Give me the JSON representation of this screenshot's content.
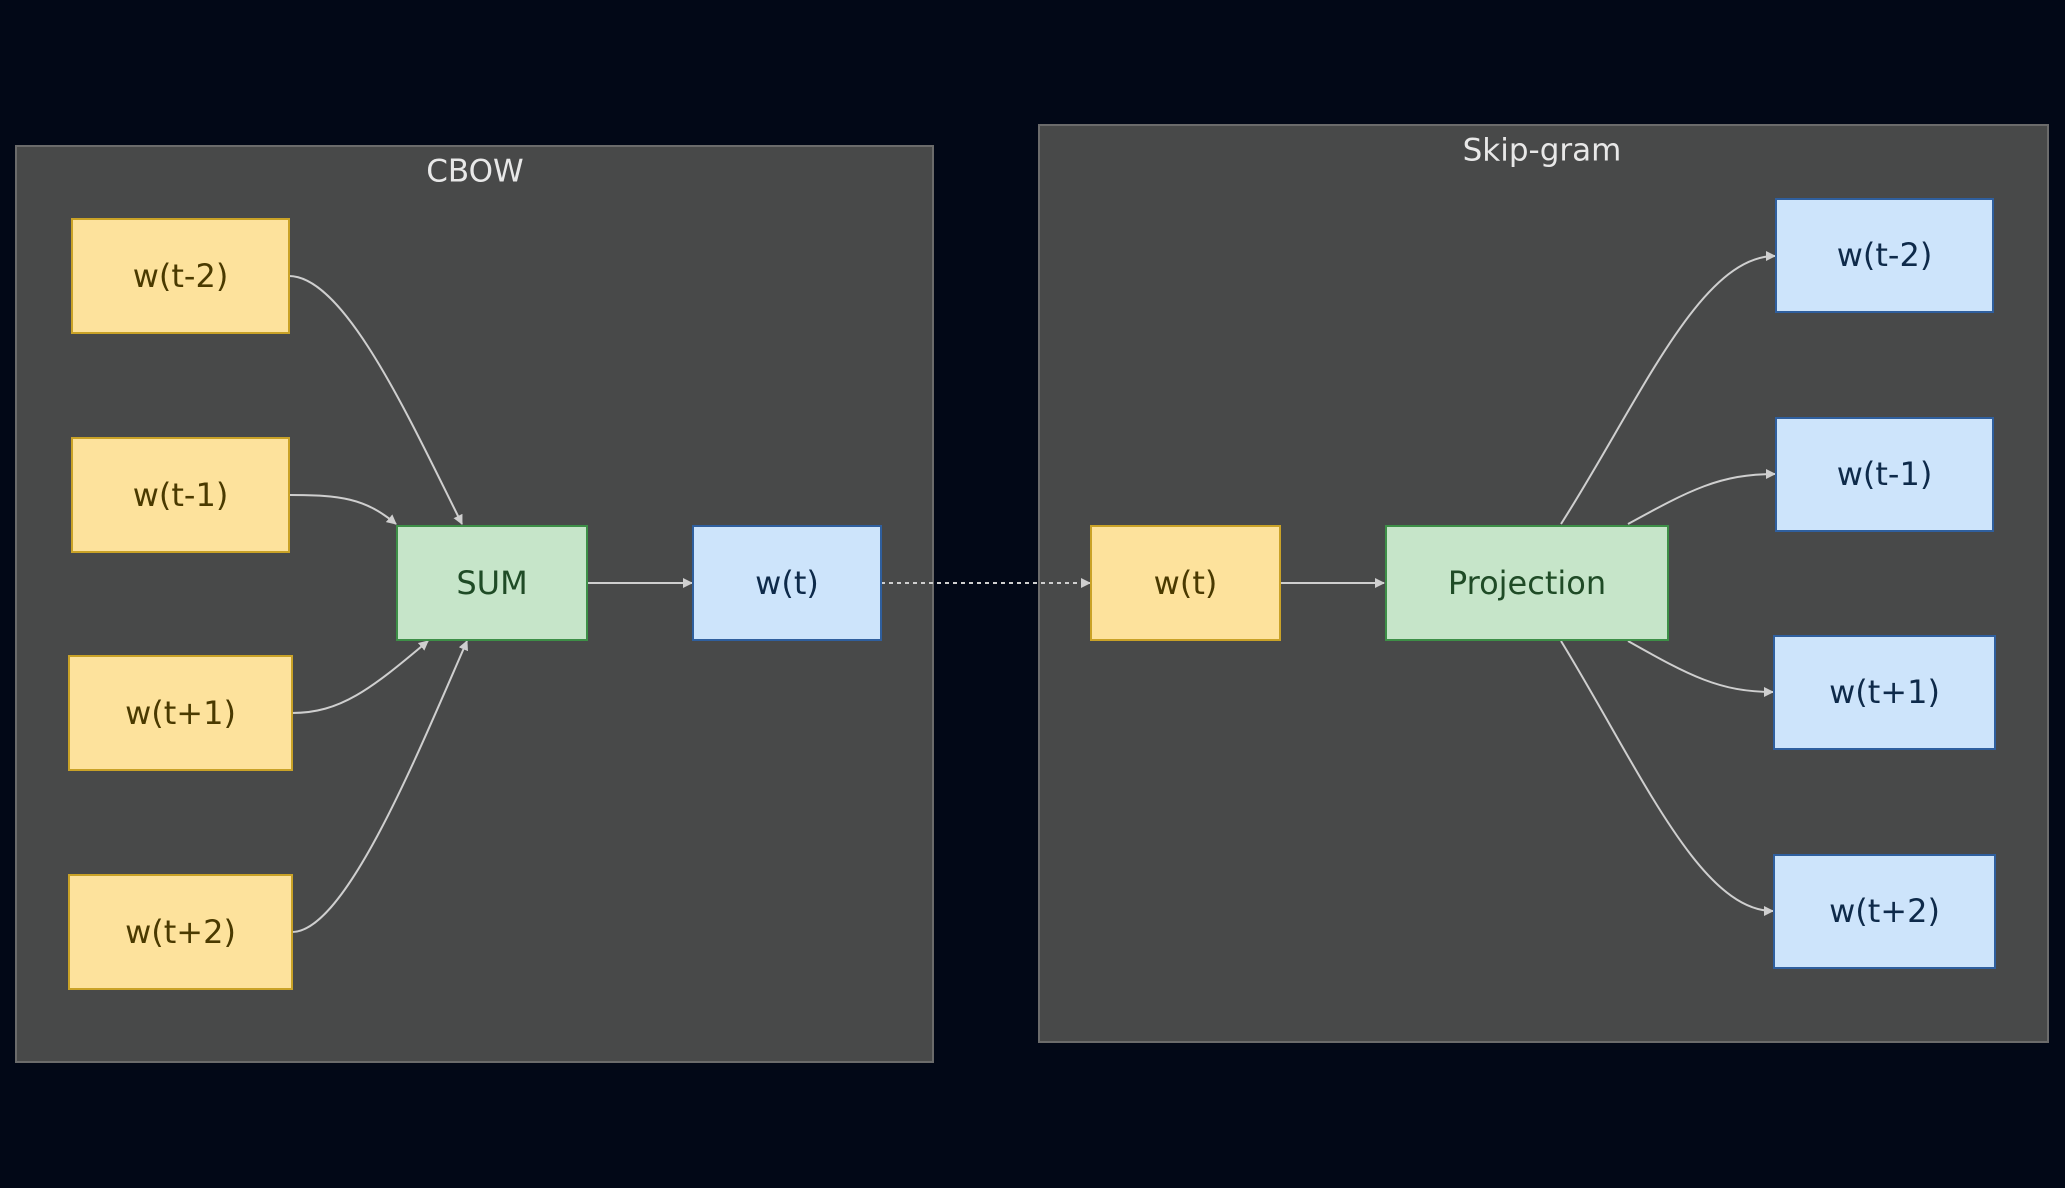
{
  "colors": {
    "background": "#020817",
    "cluster_fill": "#484949",
    "cluster_stroke": "#6b6b6b",
    "cluster_title": "#e8e8e8",
    "input_fill": "#fde29c",
    "input_stroke": "#c9a227",
    "input_text": "#4a3a00",
    "sum_fill": "#c6e5c9",
    "sum_stroke": "#3d8f47",
    "sum_text": "#1f4b26",
    "output_fill": "#cde4fb",
    "output_stroke": "#2f5f9e",
    "output_text": "#0e2a4a",
    "edge": "#cfcfcf"
  },
  "clusters": [
    {
      "id": "cbow",
      "title": "CBOW"
    },
    {
      "id": "skipgram",
      "title": "Skip-gram"
    }
  ],
  "nodes": [
    {
      "id": "c_tm2",
      "label": "w(t-2)",
      "kind": "input"
    },
    {
      "id": "c_tm1",
      "label": "w(t-1)",
      "kind": "input"
    },
    {
      "id": "c_tp1",
      "label": "w(t+1)",
      "kind": "input"
    },
    {
      "id": "c_tp2",
      "label": "w(t+2)",
      "kind": "input"
    },
    {
      "id": "c_sum",
      "label": "SUM",
      "kind": "sum"
    },
    {
      "id": "c_wt",
      "label": "w(t)",
      "kind": "output"
    },
    {
      "id": "s_wt",
      "label": "w(t)",
      "kind": "input"
    },
    {
      "id": "s_proj",
      "label": "Projection",
      "kind": "sum"
    },
    {
      "id": "s_tm2",
      "label": "w(t-2)",
      "kind": "output"
    },
    {
      "id": "s_tm1",
      "label": "w(t-1)",
      "kind": "output"
    },
    {
      "id": "s_tp1",
      "label": "w(t+1)",
      "kind": "output"
    },
    {
      "id": "s_tp2",
      "label": "w(t+2)",
      "kind": "output"
    }
  ],
  "edges": [
    {
      "from": "c_tm2",
      "to": "c_sum",
      "style": "solid"
    },
    {
      "from": "c_tm1",
      "to": "c_sum",
      "style": "solid"
    },
    {
      "from": "c_tp1",
      "to": "c_sum",
      "style": "solid"
    },
    {
      "from": "c_tp2",
      "to": "c_sum",
      "style": "solid"
    },
    {
      "from": "c_sum",
      "to": "c_wt",
      "style": "solid"
    },
    {
      "from": "c_wt",
      "to": "s_wt",
      "style": "dotted"
    },
    {
      "from": "s_wt",
      "to": "s_proj",
      "style": "solid"
    },
    {
      "from": "s_proj",
      "to": "s_tm2",
      "style": "solid"
    },
    {
      "from": "s_proj",
      "to": "s_tm1",
      "style": "solid"
    },
    {
      "from": "s_proj",
      "to": "s_tp1",
      "style": "solid"
    },
    {
      "from": "s_proj",
      "to": "s_tp2",
      "style": "solid"
    }
  ]
}
